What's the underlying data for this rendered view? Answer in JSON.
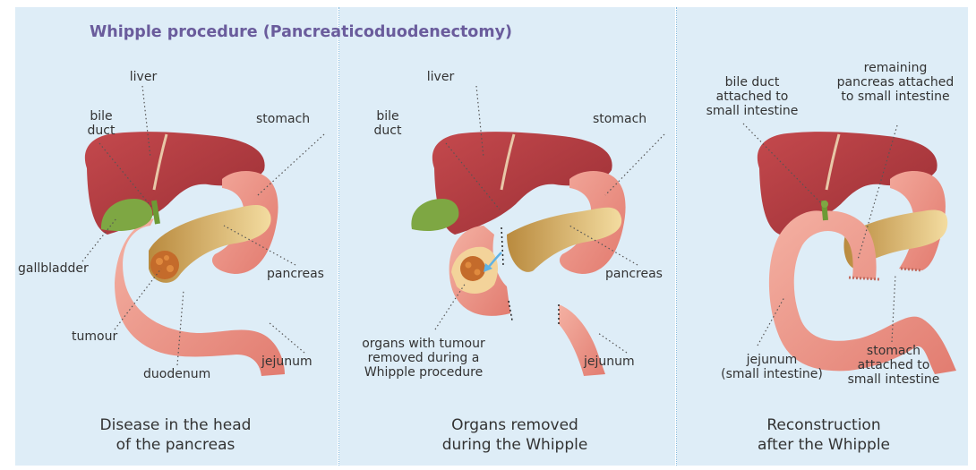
{
  "title": "Whipple procedure (Pancreaticoduodenectomy)",
  "panel1": {
    "labels": {
      "liver": "liver",
      "bile_duct": "bile\nduct",
      "stomach": "stomach",
      "pancreas": "pancreas",
      "gallbladder": "gallbladder",
      "tumour": "tumour",
      "duodenum": "duodenum",
      "jejunum": "jejunum"
    },
    "caption": "Disease in the head\nof the pancreas"
  },
  "panel2": {
    "labels": {
      "liver": "liver",
      "bile_duct": "bile\nduct",
      "stomach": "stomach",
      "pancreas": "pancreas",
      "organs_removed": "organs with tumour\nremoved during a\nWhipple procedure",
      "jejunum": "jejunum"
    },
    "caption": "Organs removed\nduring the Whipple"
  },
  "panel3": {
    "labels": {
      "bile_duct_attached": "bile duct\nattached to\nsmall intestine",
      "remaining_pancreas": "remaining\npancreas attached\nto small intestine",
      "jejunum": "jejunum\n(small intestine)",
      "stomach_attached": "stomach\nattached to\nsmall intestine"
    },
    "caption": "Reconstruction\nafter the Whipple"
  },
  "colors": {
    "background": "#deedf7",
    "title": "#6a5c9c",
    "liver": "#b23a40",
    "stomach": "#ee9688",
    "pancreas": "#e8c97a",
    "gallbladder": "#7ea743",
    "tumour": "#c46b2b",
    "arrow": "#5fb2e5"
  }
}
